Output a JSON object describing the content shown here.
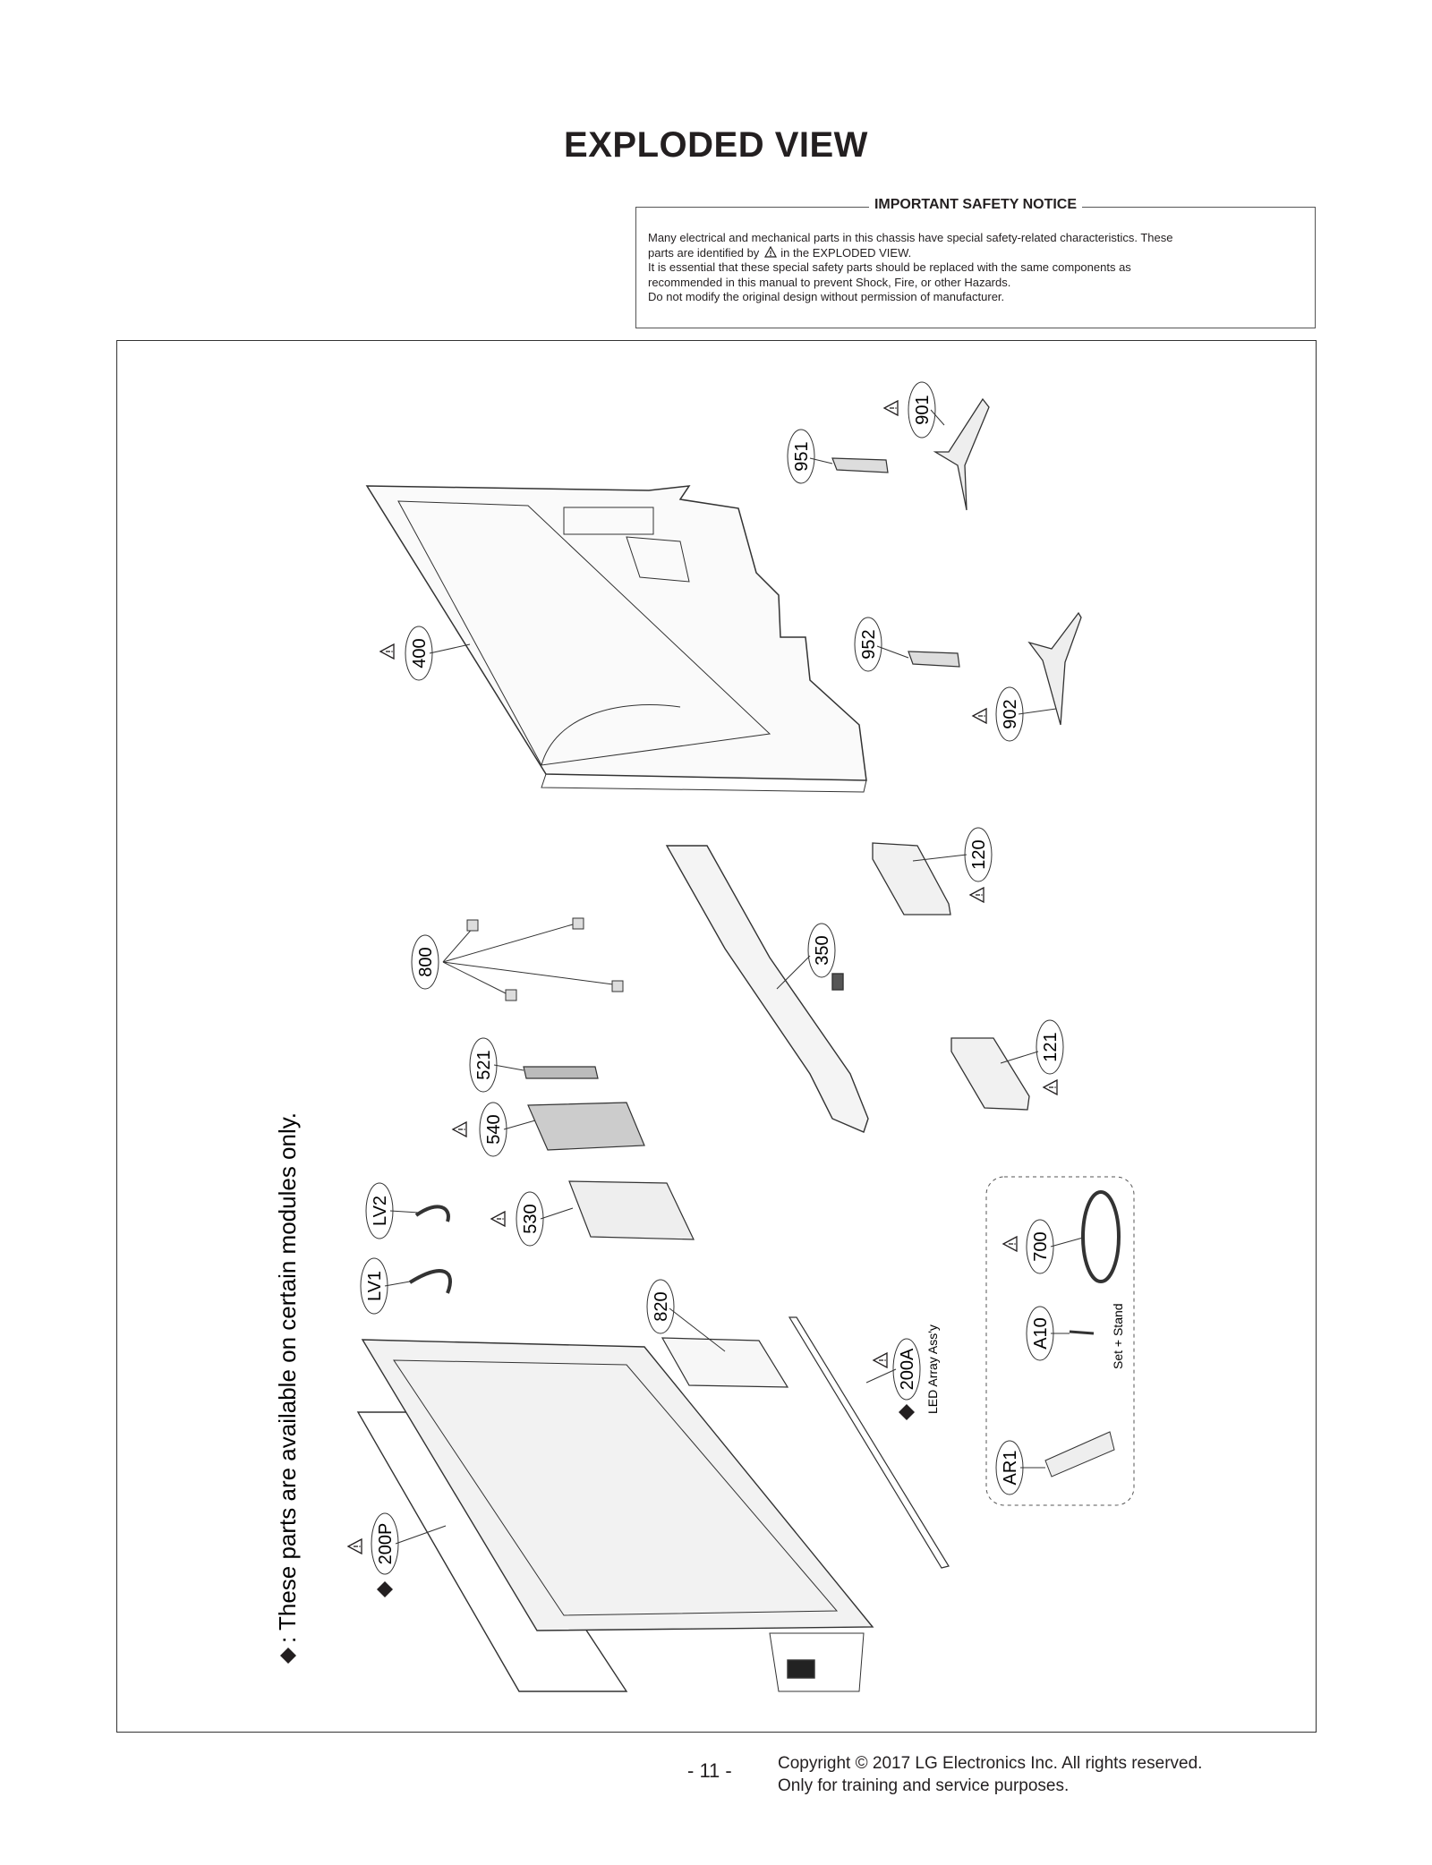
{
  "page": {
    "title": "EXPLODED VIEW",
    "page_number": "- 11 -"
  },
  "notice": {
    "heading": "IMPORTANT SAFETY NOTICE",
    "line1": "Many electrical and mechanical parts in this chassis have special safety-related characteristics. These",
    "line2a": "parts are identified by",
    "line2b": "in the EXPLODED VIEW.",
    "line3": "It is essential that these special safety parts should be replaced with the same components as",
    "line4": "recommended in this manual to prevent Shock, Fire, or other Hazards.",
    "line5": "Do not modify the original design without permission of manufacturer."
  },
  "diagram": {
    "side_note": ": These parts are available on certain modules only.",
    "led_note": "LED Array Ass'y",
    "accessory_note": "Set + Stand",
    "parts": {
      "p901": "901",
      "p951": "951",
      "p400": "400",
      "p952": "952",
      "p902": "902",
      "p120": "120",
      "p800": "800",
      "p350": "350",
      "p121": "121",
      "p521": "521",
      "p540": "540",
      "p530": "530",
      "pLV2": "LV2",
      "pLV1": "LV1",
      "p700": "700",
      "p820": "820",
      "pA10": "A10",
      "p200A": "200A",
      "pAR1": "AR1",
      "p200P": "200P"
    }
  },
  "footer": {
    "copyright": "Copyright © 2017 LG Electronics Inc. All rights reserved.",
    "training": "Only for training and service purposes."
  }
}
